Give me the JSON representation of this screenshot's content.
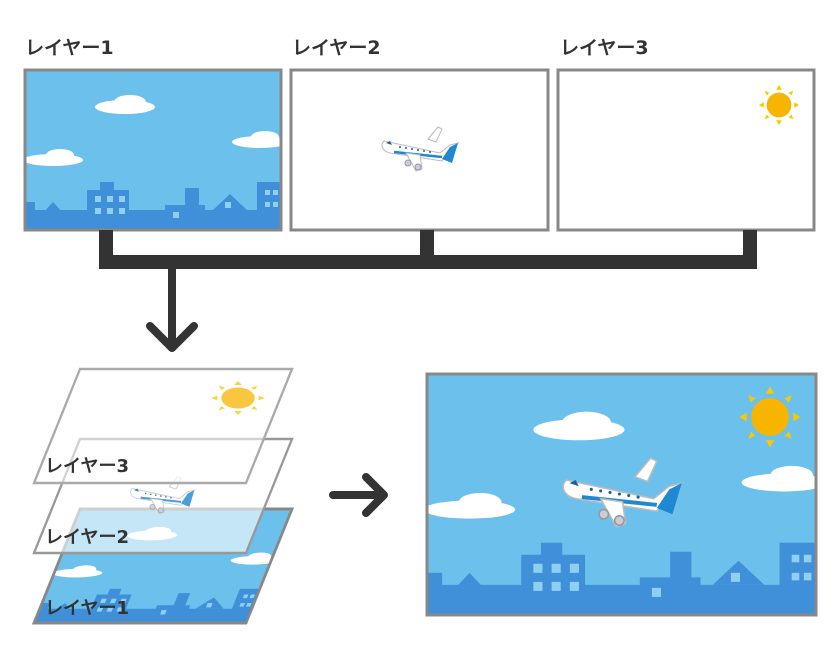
{
  "layers": [
    {
      "label": "レイヤー1",
      "content": "sky-with-clouds-and-city"
    },
    {
      "label": "レイヤー2",
      "content": "airplane"
    },
    {
      "label": "レイヤー3",
      "content": "sun"
    }
  ],
  "stack_labels": [
    "レイヤー3",
    "レイヤー2",
    "レイヤー1"
  ],
  "colors": {
    "sky": "#6cc0ec",
    "buildings": "#3f90d8",
    "sun": "#f8b500",
    "connector": "#333333",
    "frame": "#888888"
  }
}
